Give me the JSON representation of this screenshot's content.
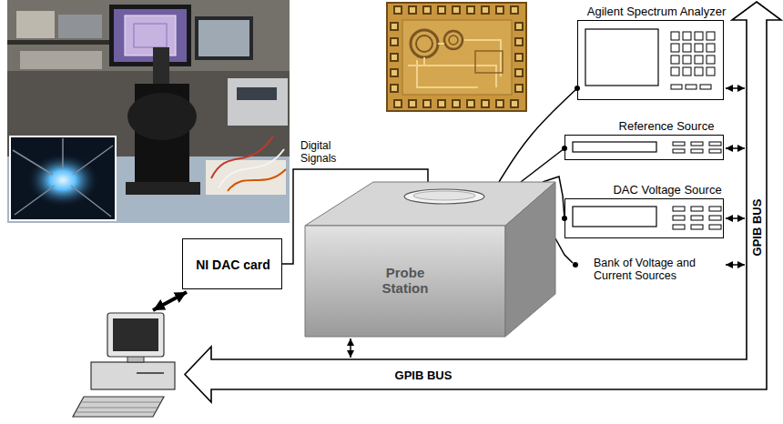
{
  "diagram": {
    "nodes": [
      {
        "text": [
          "Agilent Spectrum Analyzer"
        ]
      },
      {
        "text": [
          "Reference Source"
        ]
      },
      {
        "text": [
          "DAC Voltage Source"
        ]
      },
      {
        "text": [
          "Probe Station"
        ]
      },
      {
        "text": [
          "NI DAC card"
        ]
      },
      {
        "text": [
          "GPIB BUS",
          "GPIB BUS"
        ]
      }
    ],
    "edges": [
      {
        "from": 3,
        "to": 0,
        "arrow": "none"
      },
      {
        "from": 3,
        "to": 1,
        "arrow": "none"
      },
      {
        "from": 3,
        "to": 2,
        "arrow": "none"
      },
      {
        "from": 4,
        "to": 3,
        "label": "Digital Signals",
        "arrow": "none"
      },
      {
        "from": 0,
        "to": 5,
        "arrow": "both"
      },
      {
        "from": 1,
        "to": 5,
        "arrow": "both"
      },
      {
        "from": 2,
        "to": 5,
        "arrow": "both"
      },
      {
        "from": 3,
        "to": 5,
        "arrow": "both"
      }
    ],
    "labels": [
      "Bank of Voltage and Current Sources"
    ]
  }
}
